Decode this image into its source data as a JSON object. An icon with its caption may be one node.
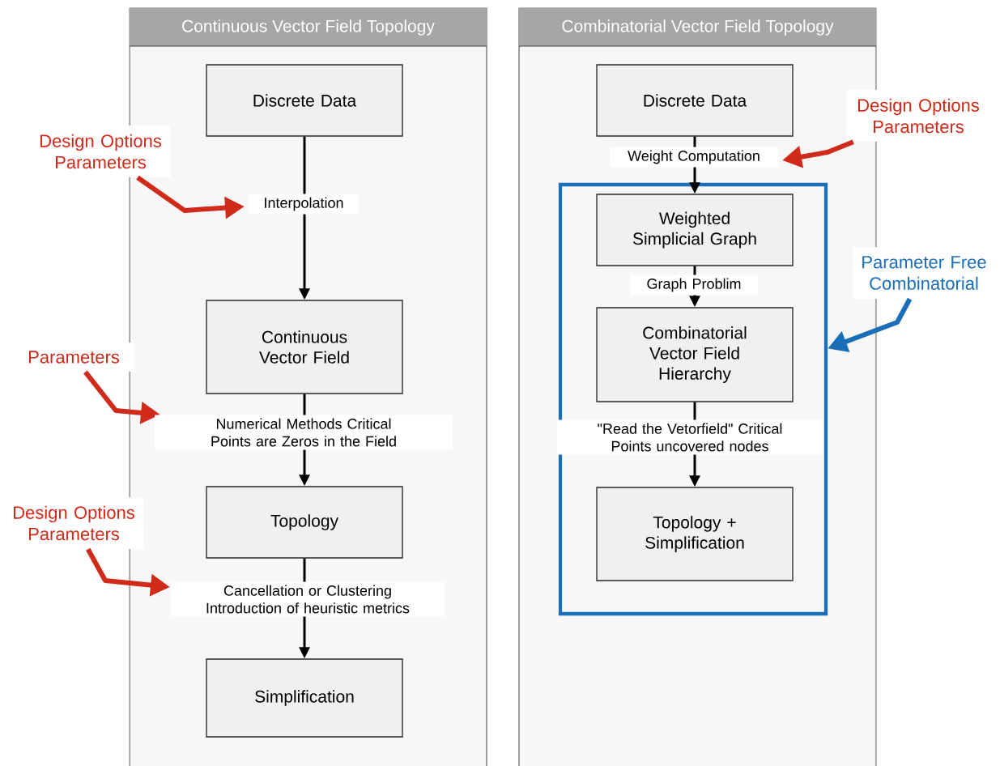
{
  "diagram": {
    "nodes": [
      {
        "text": [
          "Continuous Vector Field Topology"
        ]
      },
      {
        "text": [
          "Combinatorial Vector Field Topology"
        ]
      },
      {
        "text": [
          "Discrete Data"
        ],
        "in": 0
      },
      {
        "text": [
          "Continuous Vector Field"
        ],
        "in": 0
      },
      {
        "text": [
          "Topology"
        ],
        "in": 0
      },
      {
        "text": [
          "Simplification"
        ],
        "in": 0
      },
      {
        "text": [
          "Discrete Data"
        ],
        "in": 1
      },
      {
        "text": [],
        "shape": "box",
        "in": 1
      },
      {
        "text": [
          "Weighted Simplicial Graph"
        ],
        "in": 7
      },
      {
        "text": [
          "Combinatorial Vector Field Hierarchy"
        ],
        "in": 7
      },
      {
        "text": [
          "Topology + Simplification"
        ],
        "in": 7
      },
      {
        "text": [
          "Design Options Parameters"
        ]
      },
      {
        "text": [
          "Parameters"
        ]
      },
      {
        "text": [
          "Design Options Parameters"
        ]
      },
      {
        "text": [
          "Design Options Parameters"
        ]
      },
      {
        "text": [
          "Parameter Free Combinatorial"
        ]
      }
    ],
    "edges": [
      {
        "from": 2,
        "to": 3,
        "arrow": "to",
        "label": "Interpolation"
      },
      {
        "from": 3,
        "to": 4,
        "arrow": "to",
        "label": "Numerical Methods Critical Points are Zeros in the Field"
      },
      {
        "from": 4,
        "to": 5,
        "arrow": "to",
        "label": "Cancellation or Clustering Introduction of heuristic metrics"
      },
      {
        "from": 6,
        "to": 8,
        "arrow": "to",
        "label": "Weight Computation"
      },
      {
        "from": 8,
        "to": 9,
        "arrow": "to",
        "label": "Graph Problim"
      },
      {
        "from": 9,
        "to": 10,
        "arrow": "to",
        "label": "\"Read the Vetorfield\" Critical Points uncovered nodes"
      },
      {
        "from": 11,
        "to": null,
        "arrow": "to",
        "style": "thick",
        "color": "#d02a1a"
      },
      {
        "from": 12,
        "to": null,
        "arrow": "to",
        "style": "thick",
        "color": "#d02a1a"
      },
      {
        "from": 13,
        "to": null,
        "arrow": "to",
        "style": "thick",
        "color": "#d02a1a"
      },
      {
        "from": 14,
        "to": null,
        "arrow": "to",
        "style": "thick",
        "color": "#d02a1a"
      },
      {
        "from": 15,
        "to": 7,
        "arrow": "to",
        "style": "thick",
        "color": "#1a6eb8"
      }
    ]
  }
}
